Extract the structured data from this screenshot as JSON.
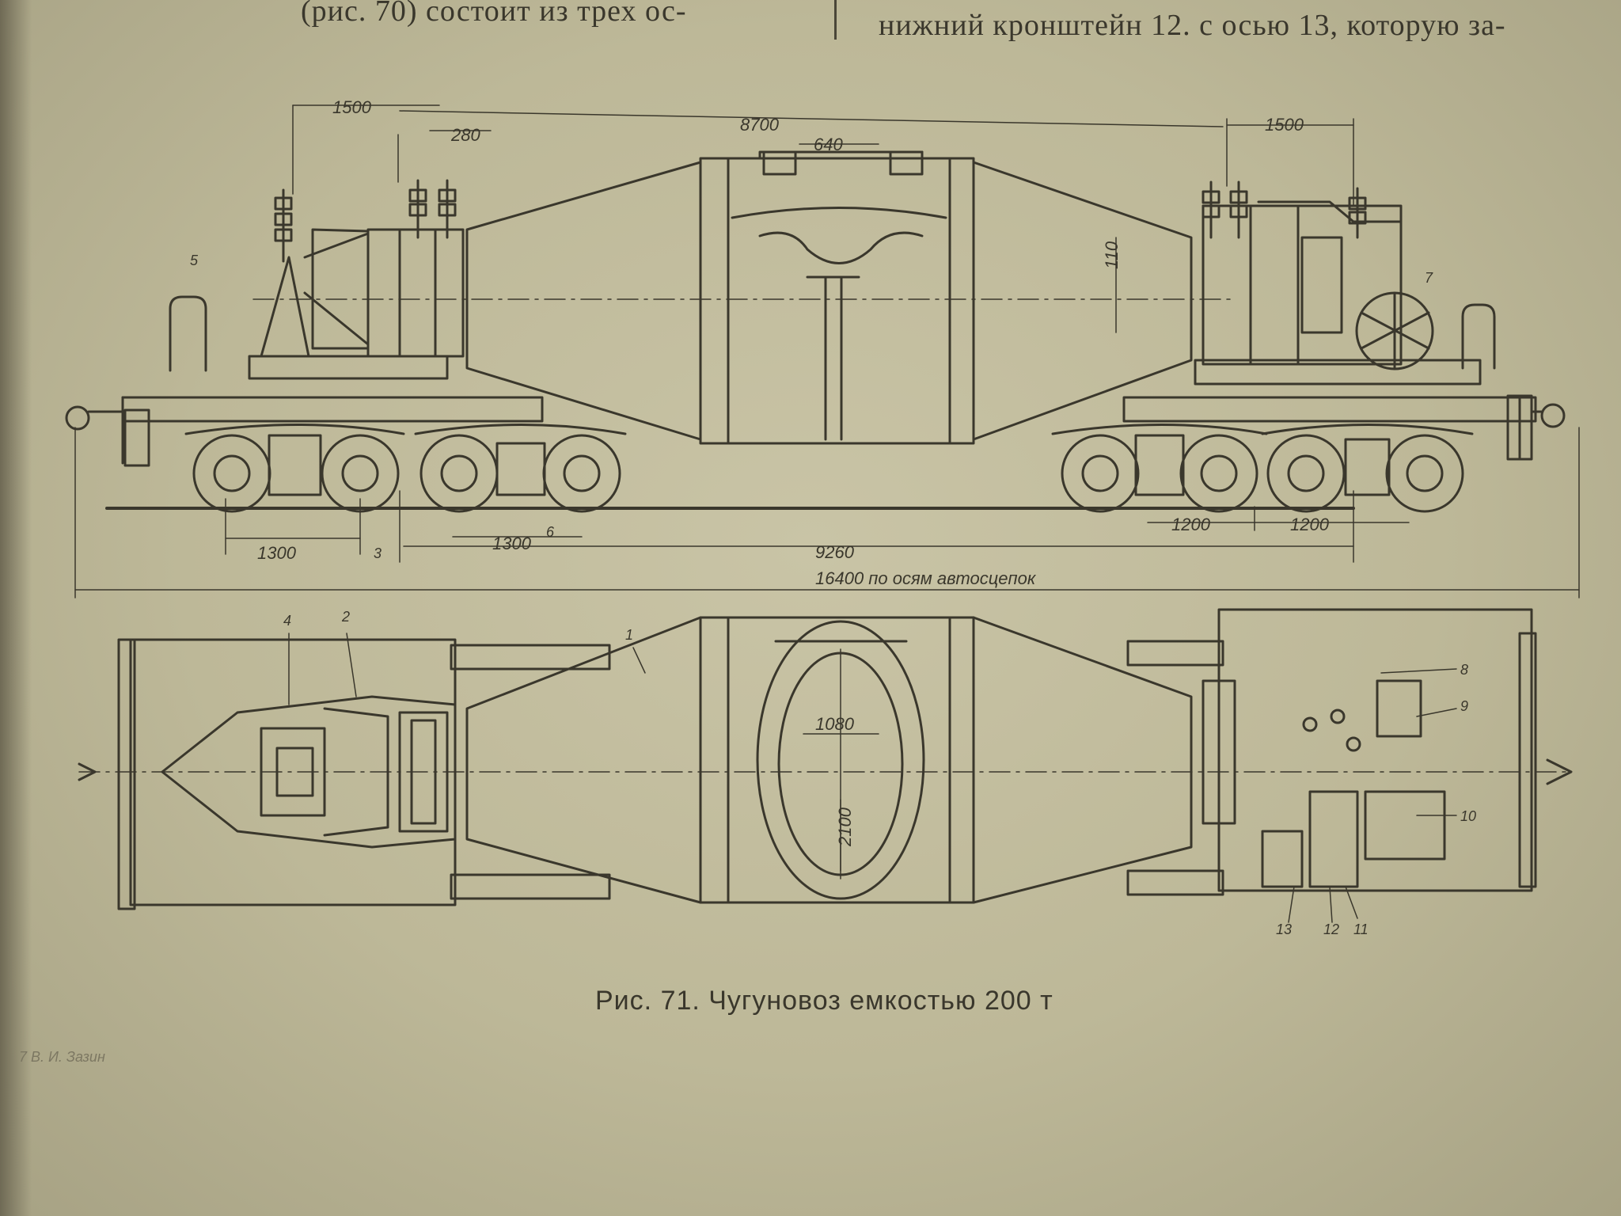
{
  "text": {
    "line1_left": "(рис. 70) состоит из трех ос-",
    "line1_right": "нижний кронштейн 12. с осью 13, которую за-"
  },
  "dimensions": {
    "d1500_left": "1500",
    "d280": "280",
    "d8700": "8700",
    "d640": "640",
    "d1500_right": "1500",
    "d110": "110",
    "d1300_a": "1300",
    "d1300_b": "1300",
    "d9260": "9260",
    "d16400": "16400 по осям автосцепок",
    "d1200_a": "1200",
    "d1200_b": "1200",
    "d1080": "1080",
    "d2100": "2100"
  },
  "callouts": {
    "c1": "1",
    "c2": "2",
    "c3": "3",
    "c4": "4",
    "c5": "5",
    "c6": "6",
    "c7": "7",
    "c8": "8",
    "c9": "9",
    "c10": "10",
    "c11": "11",
    "c12": "12",
    "c13": "13"
  },
  "caption": "Рис. 71. Чугуновоз емкостью 200 т",
  "footer": "7 В. И. Зазин",
  "colors": {
    "paper": "#c4bfa0",
    "ink": "#3a372c"
  }
}
